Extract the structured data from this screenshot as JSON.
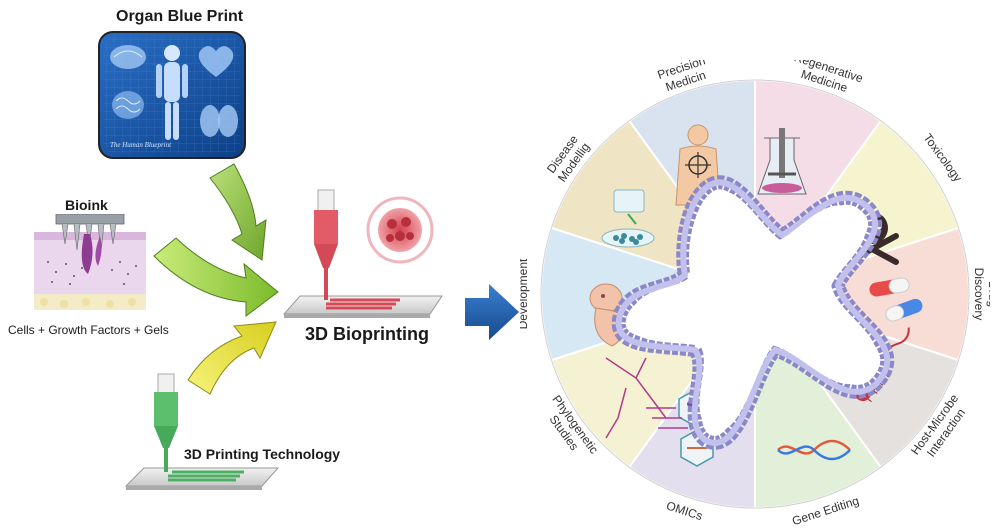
{
  "left": {
    "organ_title": "Organ Blue Print",
    "organ_signature": "The Human Blueprint",
    "bioink_title": "Bioink",
    "bioink_caption": "Cells + Growth Factors + Gels",
    "bioprinting_title": "3D Bioprinting",
    "tech_title": "3D Printing Technology"
  },
  "wheel": {
    "segments": [
      {
        "label": "Precision",
        "label2": "Medicin",
        "color": "#d9e2ef"
      },
      {
        "label": "Regenerative",
        "label2": "Medicine",
        "color": "#f4dde6"
      },
      {
        "label": "Toxicology",
        "label2": "",
        "color": "#f6f3cf"
      },
      {
        "label": "Drug",
        "label2": "Discovery",
        "color": "#f8dcd6"
      },
      {
        "label": "Host-Microbe",
        "label2": "Interaction",
        "color": "#e4e1de"
      },
      {
        "label": "Gene Editing",
        "label2": "",
        "color": "#e2efd9"
      },
      {
        "label": "OMICs",
        "label2": "",
        "color": "#e4dfef"
      },
      {
        "label": "Phylogenetic",
        "label2": "Studies",
        "color": "#f4f2d2"
      },
      {
        "label": "Development",
        "label2": "",
        "color": "#d5e8f3"
      },
      {
        "label": "Disease",
        "label2": "Modellig",
        "color": "#efe4c4"
      }
    ]
  },
  "colors": {
    "arrow_blue": "#1f5fb0",
    "arrow_green": "#8cc63f",
    "arrow_yellow": "#f3ee3a",
    "nozzle_red": "#e25b66",
    "nozzle_green": "#5bbf6e",
    "cell_border": "#9b98cf"
  }
}
